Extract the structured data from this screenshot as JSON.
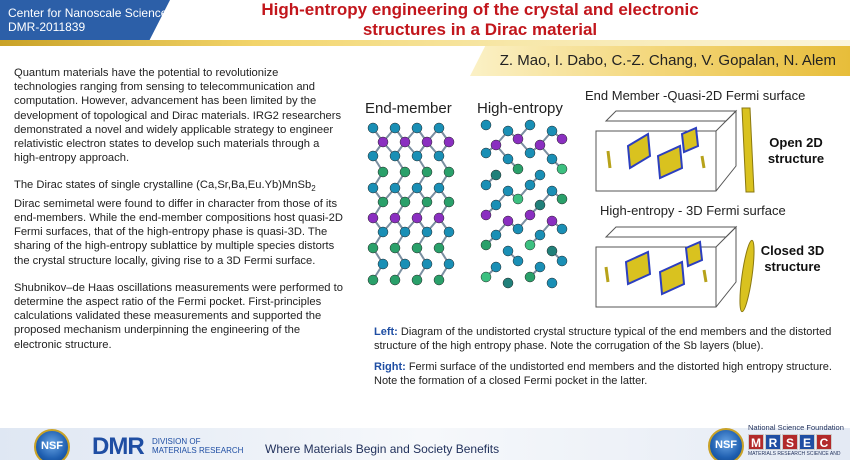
{
  "header": {
    "org_line1": "Center for Nanoscale Science",
    "org_line2": "DMR-2011839",
    "title_line1": "High-entropy engineering of the crystal and electronic",
    "title_line2": "structures in a Dirac material",
    "authors": "Z. Mao, I. Dabo, C.-Z. Chang, V. Gopalan, N. Alem"
  },
  "body": {
    "p1": "Quantum materials have the potential to revolutionize technologies ranging from sensing to telecommunication and computation. However, advancement has been limited by the development of topological and Dirac materials. IRG2 researchers demonstrated a novel and widely applicable strategy to engineer relativistic electron states to develop such materials through a high-entropy approach.",
    "p2_a": "The Dirac states of single crystalline (Ca,Sr,Ba,Eu.Yb)MnSb",
    "p2_sub": "2",
    "p2_b": " Dirac semimetal were found to differ in character from those of its end-members. While the end-member compositions host quasi-2D Fermi surfaces, that of the high-entropy phase is quasi-3D. The sharing of the high-entropy sublattice by multiple species distorts the crystal structure locally, giving rise to a 3D Fermi surface.",
    "p3": "Shubnikov–de Haas oscillations measurements were performed to determine the aspect ratio of the Fermi pocket. First-principles calculations validated these measurements and supported the proposed mechanism underpinning the engineering of the electronic structure."
  },
  "figure": {
    "label_end": "End-member",
    "label_he": "High-entropy",
    "fs_top_title": "End Member -Quasi-2D Fermi surface",
    "fs_bot_title": "High-entropy - 3D Fermi surface",
    "open_note": "Open 2D structure",
    "closed_note": "Closed 3D structure",
    "colors": {
      "mn": "#8a2fc0",
      "sb": "#1a8fb5",
      "a_site": "#2aa06a",
      "fermi": "#d9c21f",
      "fermi_side": "#2c3fc0"
    }
  },
  "captions": {
    "left_label": "Left:",
    "left_text": " Diagram of the undistorted crystal structure typical of the end members and the distorted structure of the high entropy phase. Note the corrugation of the Sb layers (blue).",
    "right_label": "Right:",
    "right_text": " Fermi surface of the undistorted end members and the distorted high entropy structure. Note the formation of a closed Fermi pocket in the latter."
  },
  "footer": {
    "nsf": "NSF",
    "dmr": "DMR",
    "dmr_sub1": "DIVISION OF",
    "dmr_sub2": "MATERIALS RESEARCH",
    "tagline": "Where Materials Begin and Society Benefits",
    "nsf_found": "National Science Foundation",
    "mrsec": [
      "M",
      "R",
      "S",
      "E",
      "C"
    ],
    "mrsec_sub": "MATERIALS RESEARCH SCIENCE AND"
  }
}
